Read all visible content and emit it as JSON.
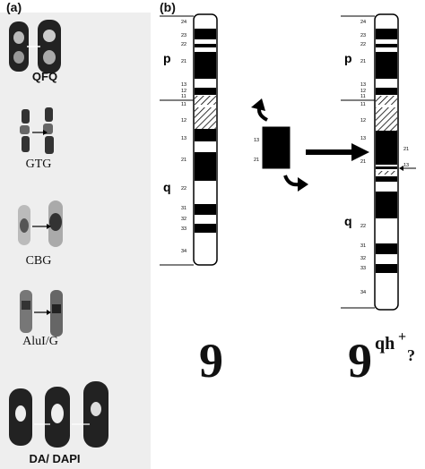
{
  "panel_a": {
    "label": "(a)",
    "stains": [
      {
        "name": "QFQ"
      },
      {
        "name": "GTG"
      },
      {
        "name": "CBG"
      },
      {
        "name": "AluI/G"
      },
      {
        "name": "DA/ DAPI"
      }
    ]
  },
  "panel_b": {
    "label": "(b)",
    "arm_p": "p",
    "arm_q": "q",
    "left_bands": [
      "24",
      "23",
      "22",
      "21",
      "13",
      "12",
      "11",
      "11",
      "12",
      "13",
      "21",
      "22",
      "31",
      "32",
      "33",
      "34"
    ],
    "right_bands": [
      "24",
      "23",
      "22",
      "21",
      "13",
      "12",
      "11",
      "11",
      "12",
      "13",
      "21",
      "22",
      "31",
      "32",
      "33",
      "34"
    ],
    "inset_bands": [
      "13",
      "21"
    ],
    "right_side_bands": [
      "21",
      "13"
    ],
    "chrom_left_name": "9",
    "chrom_right_name": "9",
    "chrom_right_superscript": "qh",
    "chrom_right_plus": "+",
    "chrom_right_question": "?"
  }
}
